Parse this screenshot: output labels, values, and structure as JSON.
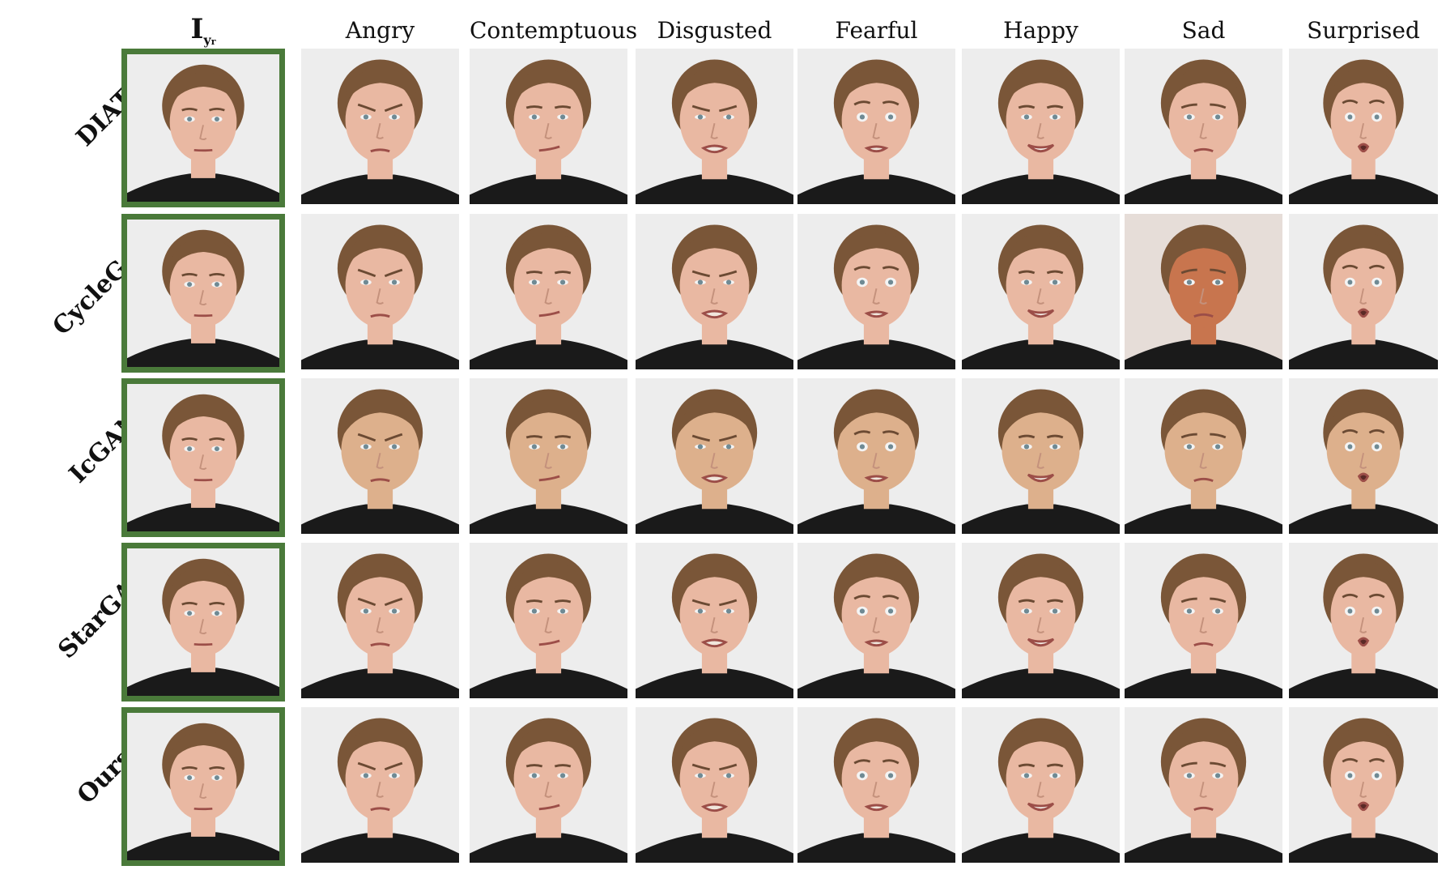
{
  "reference_column": {
    "symbol": "I",
    "subscript": "y",
    "subsubscript": "r"
  },
  "columns": [
    "Angry",
    "Contemptuous",
    "Disgusted",
    "Fearful",
    "Happy",
    "Sad",
    "Surprised"
  ],
  "rows": [
    "DIAT",
    "CycleGAN",
    "IcGAN",
    "StarGAN",
    "Ours"
  ],
  "colors": {
    "reference_border": "#4a7a3a",
    "background": "#ededed",
    "skin": "#e9b8a2",
    "hair": "#7a5638",
    "shirt": "#1a1a1a",
    "cyclegan_sad_tint": "#c8754e"
  }
}
